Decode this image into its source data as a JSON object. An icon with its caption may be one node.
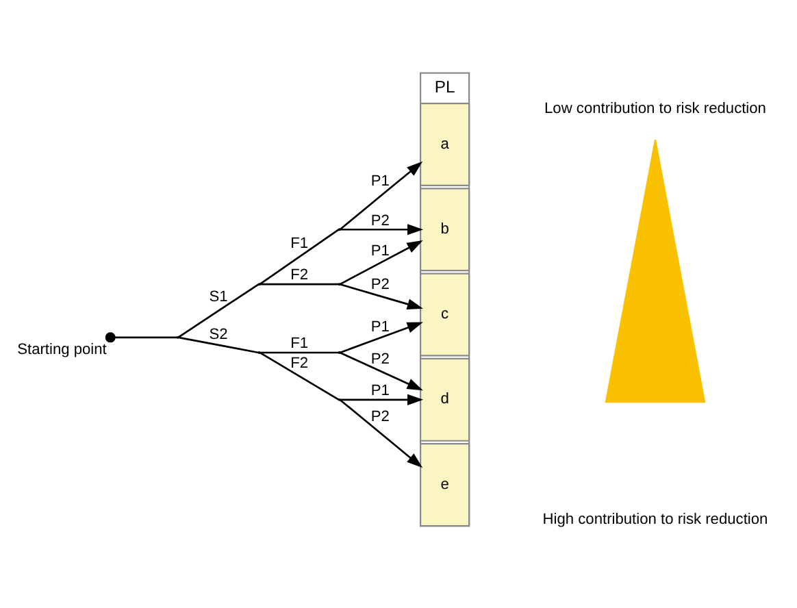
{
  "diagram": {
    "nodes": [
      {
        "text": [],
        "shape": "point",
        "beside": [
          "Starting point"
        ]
      },
      {
        "text": [],
        "shape": "point"
      },
      {
        "text": [],
        "shape": "point"
      },
      {
        "text": [],
        "shape": "point"
      },
      {
        "text": [],
        "shape": "point"
      },
      {
        "text": [],
        "shape": "point"
      },
      {
        "text": [],
        "shape": "point"
      },
      {
        "text": [],
        "shape": "point"
      },
      {
        "text": [
          "PL"
        ]
      },
      {
        "text": [
          "a"
        ],
        "in": 8
      },
      {
        "text": [
          "b"
        ],
        "in": 8
      },
      {
        "text": [
          "c"
        ],
        "in": 8
      },
      {
        "text": [
          "d"
        ],
        "in": 8
      },
      {
        "text": [
          "e"
        ],
        "in": 8
      },
      {
        "text": [],
        "shape": "triangle"
      }
    ],
    "edges": [
      {
        "from": 0,
        "to": 1,
        "arrow": "none"
      },
      {
        "from": 1,
        "to": 2,
        "arrow": "none",
        "label": "S1"
      },
      {
        "from": 1,
        "to": 3,
        "arrow": "none",
        "label": "S2"
      },
      {
        "from": 2,
        "to": 4,
        "arrow": "none",
        "label": "F1"
      },
      {
        "from": 2,
        "to": 5,
        "arrow": "none",
        "label": "F2"
      },
      {
        "from": 3,
        "to": 6,
        "arrow": "none",
        "label": "F1"
      },
      {
        "from": 3,
        "to": 7,
        "arrow": "none",
        "label": "F2"
      },
      {
        "from": 4,
        "to": 9,
        "arrow": "to",
        "label": "P1"
      },
      {
        "from": 4,
        "to": 10,
        "arrow": "to",
        "label": "P2"
      },
      {
        "from": 5,
        "to": 10,
        "arrow": "to",
        "label": "P1"
      },
      {
        "from": 5,
        "to": 11,
        "arrow": "to",
        "label": "P2"
      },
      {
        "from": 6,
        "to": 11,
        "arrow": "to",
        "label": "P1"
      },
      {
        "from": 6,
        "to": 12,
        "arrow": "to",
        "label": "P2"
      },
      {
        "from": 7,
        "to": 12,
        "arrow": "to",
        "label": "P1"
      },
      {
        "from": 7,
        "to": 13,
        "arrow": "to",
        "label": "P2"
      }
    ],
    "labels": [
      "Low contribution to risk reduction",
      "High contribution to risk reduction"
    ]
  }
}
